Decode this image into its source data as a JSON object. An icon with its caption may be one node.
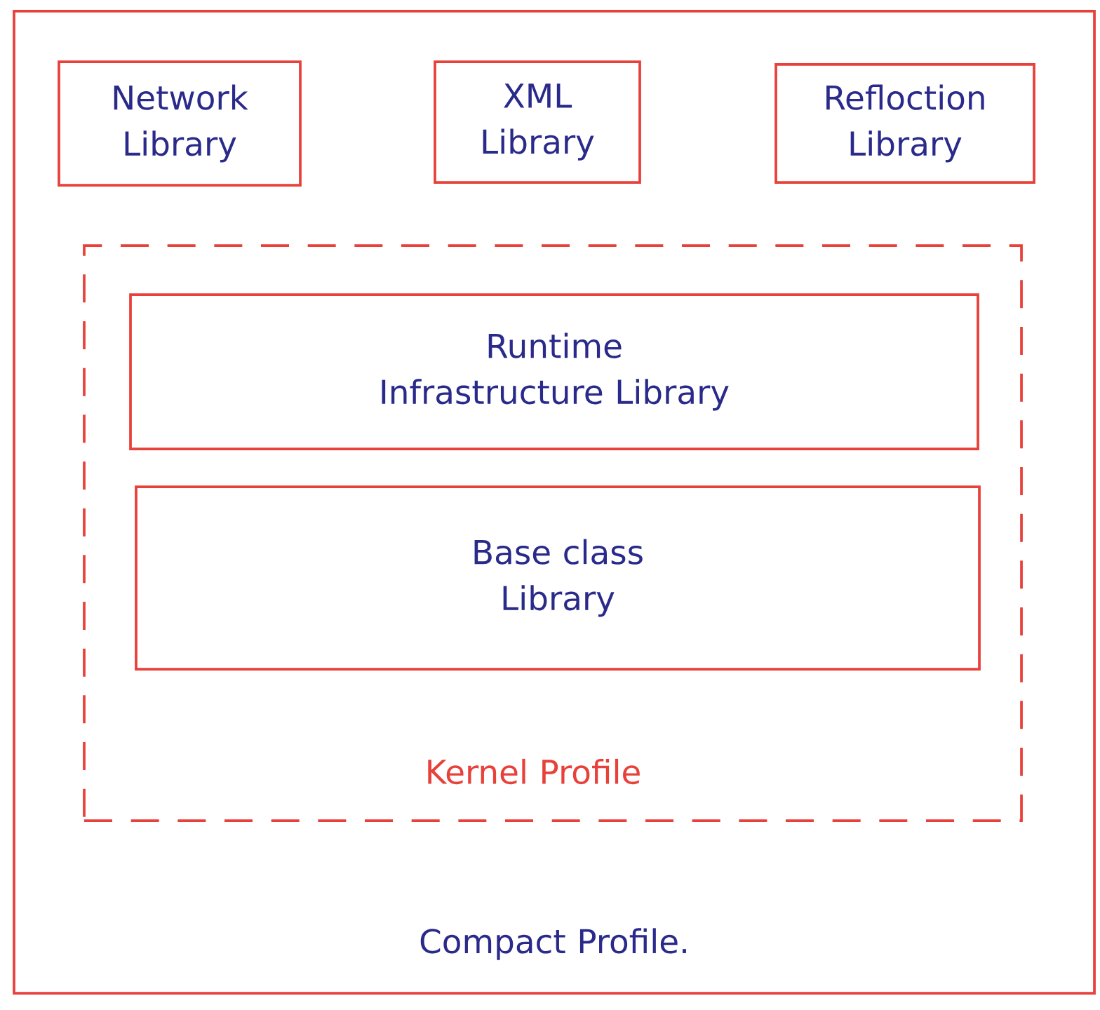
{
  "diagram": {
    "nodes": [
      {
        "text": [
          "Compact Profile."
        ]
      },
      {
        "text": [
          "Network Library"
        ],
        "in": 0
      },
      {
        "text": [
          "XML Library"
        ],
        "in": 0
      },
      {
        "text": [
          "Refloction Library"
        ],
        "in": 0
      },
      {
        "text": [
          "Kernel Profile"
        ],
        "in": 0
      },
      {
        "text": [
          "Runtime Infrastructure Library"
        ],
        "in": 4
      },
      {
        "text": [
          "Base class Library"
        ],
        "in": 4
      }
    ]
  }
}
